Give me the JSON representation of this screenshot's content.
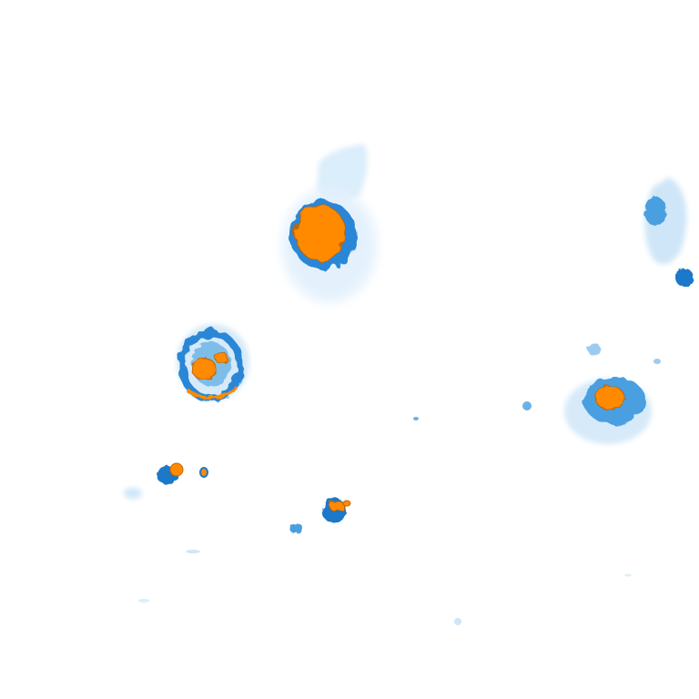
{
  "image": {
    "background": "#ffffff",
    "palette": {
      "halo_light": "#cfe6f8",
      "halo_mid": "#7fbde9",
      "membrane": "#2a86d6",
      "membrane_dark": "#1565b8",
      "core": "#ff8a00",
      "core_edge": "#c56400"
    },
    "cells": [
      {
        "id": "cell-top-center",
        "core": true
      },
      {
        "id": "cell-left-middle",
        "core": true
      },
      {
        "id": "cell-right-middle",
        "core": true
      },
      {
        "id": "cell-right-edge",
        "core": false
      },
      {
        "id": "cell-small-left",
        "core": true
      },
      {
        "id": "cell-small-center",
        "core": true
      }
    ]
  }
}
